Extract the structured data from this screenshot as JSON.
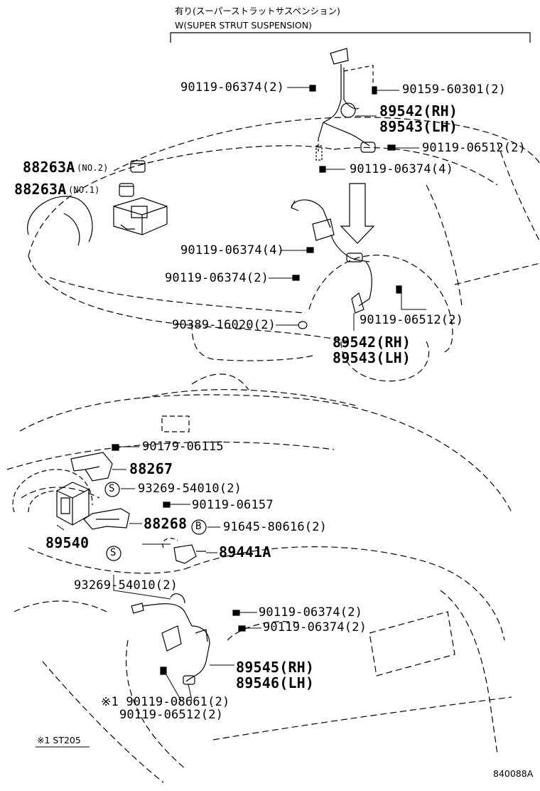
{
  "header": {
    "jp": "有り(スーパーストラットサスペンション)",
    "en": "W(SUPER STRUT SUSPENSION)"
  },
  "labels": {
    "p_90119_06374_2_top": "90119-06374(2)",
    "p_90159_60301": "90159-60301(2)",
    "p_89542_rh_top": "89542(RH)",
    "p_89543_lh_top": "89543(LH)",
    "p_90119_06512_top": "90119-06512(2)",
    "p_90119_06374_4_top": "90119-06374(4)",
    "p_88263a_no2": "88263A",
    "p_88263a_no2_tag": "(NO.2)",
    "p_88263a_no1": "88263A",
    "p_88263a_no1_tag": "(NO.1)",
    "p_90119_06374_4_mid": "90119-06374(4)",
    "p_90119_06374_2_mid": "90119-06374(2)",
    "p_90389_16020": "90389-16020(2)",
    "p_90119_06512_mid": "90119-06512(2)",
    "p_89542_rh_mid": "89542(RH)",
    "p_89543_lh_mid": "89543(LH)",
    "p_90179_06115": "90179-06115",
    "p_88267": "88267",
    "p_93269_54010_a": "93269-54010(2)",
    "p_90119_06157": "90119-06157",
    "p_88268": "88268",
    "p_91645_80616": "91645-80616(2)",
    "p_89540": "89540",
    "p_89441a": "89441A",
    "p_93269_54010_b": "93269-54010(2)",
    "p_90119_06374_2_low_a": "90119-06374(2)",
    "p_90119_06374_2_low_b": "90119-06374(2)",
    "p_89545_rh": "89545(RH)",
    "p_89546_lh": "89546(LH)",
    "p_90119_08661": "※1 90119-08661(2)",
    "p_90119_06512_low": "90119-06512(2)",
    "note": "※1 ST205",
    "diagram_id": "840088A",
    "circle_s": "S",
    "circle_b": "B"
  }
}
